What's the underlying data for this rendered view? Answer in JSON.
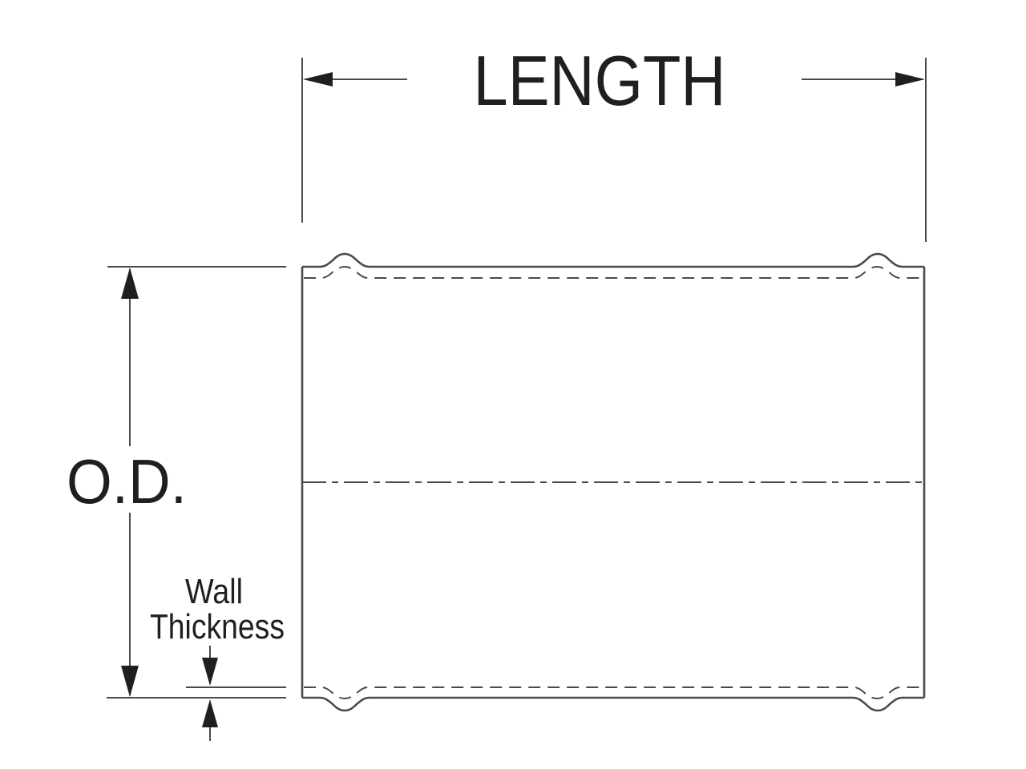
{
  "diagram": {
    "labels": {
      "length": "LENGTH",
      "outer_diameter": "O.D.",
      "wall_thickness_line1": "Wall",
      "wall_thickness_line2": "Thickness"
    },
    "colors": {
      "background": "#ffffff",
      "line": "#4a4a4a",
      "text": "#1f1f1f"
    }
  }
}
